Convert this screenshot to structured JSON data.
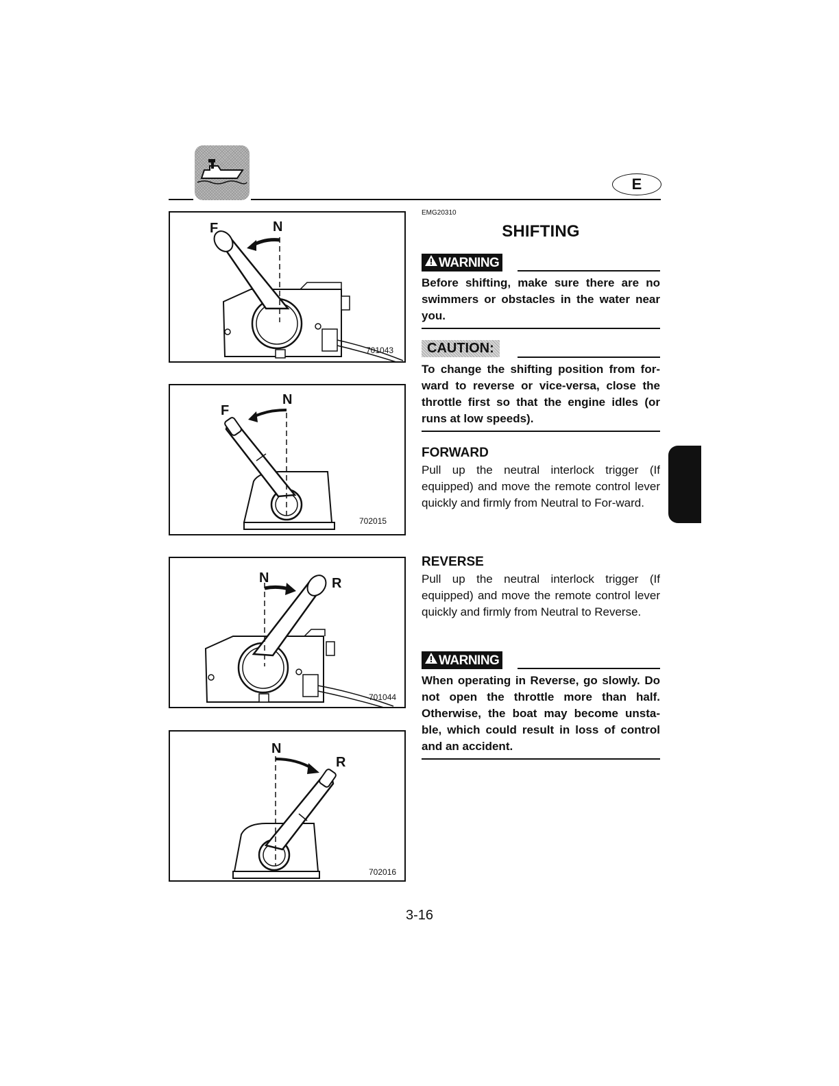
{
  "header": {
    "language_badge": "E",
    "boat_icon": "boat-icon"
  },
  "figures": [
    {
      "left_label": "F",
      "right_label": "N",
      "code": "701043"
    },
    {
      "left_label": "F",
      "right_label": "N",
      "code": "702015"
    },
    {
      "left_label": "N",
      "right_label": "R",
      "code": "701044"
    },
    {
      "left_label": "N",
      "right_label": "R",
      "code": "702016"
    }
  ],
  "section": {
    "ref_code": "EMG20310",
    "title": "SHIFTING",
    "warning1": {
      "label": "WARNING",
      "text": "Before shifting, make sure there are no swimmers or obstacles in the water near you."
    },
    "caution": {
      "label": "CAUTION:",
      "text": "To change the shifting position from for-ward to reverse or vice-versa, close the throttle first so that the engine idles (or runs at low speeds)."
    },
    "forward": {
      "heading": "FORWARD",
      "text": "Pull up the neutral interlock trigger (If equipped) and move the remote control lever quickly and firmly from Neutral to For-ward."
    },
    "reverse": {
      "heading": "REVERSE",
      "text": "Pull up the neutral interlock trigger (If equipped) and move the remote control lever quickly and firmly from Neutral to Reverse."
    },
    "warning2": {
      "label": "WARNING",
      "text": "When operating in Reverse, go slowly. Do not open the throttle more than half. Otherwise, the boat may become unsta-ble, which could result in loss of control and an accident."
    }
  },
  "page_number": "3-16"
}
